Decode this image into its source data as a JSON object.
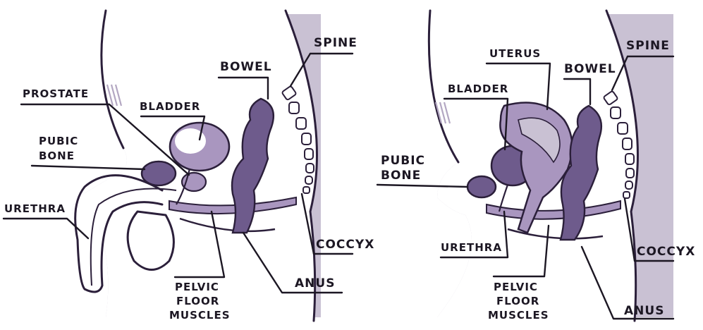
{
  "colors": {
    "background_panel": "#c9c1d3",
    "organ_dark": "#6e5b8c",
    "organ_light": "#a996bf",
    "outline": "#2b1f3a",
    "white": "#ffffff",
    "text": "#1c1723"
  },
  "male": {
    "labels": {
      "spine": "SPINE",
      "bowel": "BOWEL",
      "prostate": "PROSTATE",
      "bladder": "BLADDER",
      "pubic_bone_line1": "PUBIC",
      "pubic_bone_line2": "BONE",
      "urethra": "URETHRA",
      "coccyx": "COCCYX",
      "pelvic_line1": "PELVIC",
      "pelvic_line2": "FLOOR",
      "pelvic_line3": "MUSCLES",
      "anus": "ANUS"
    }
  },
  "female": {
    "labels": {
      "uterus": "UTERUS",
      "spine": "SPINE",
      "bowel": "BOWEL",
      "bladder": "BLADDER",
      "pubic_bone_line1": "PUBIC",
      "pubic_bone_line2": "BONE",
      "urethra": "URETHRA",
      "coccyx": "COCCYX",
      "pelvic_line1": "PELVIC",
      "pelvic_line2": "FLOOR",
      "pelvic_line3": "MUSCLES",
      "anus": "ANUS"
    }
  }
}
